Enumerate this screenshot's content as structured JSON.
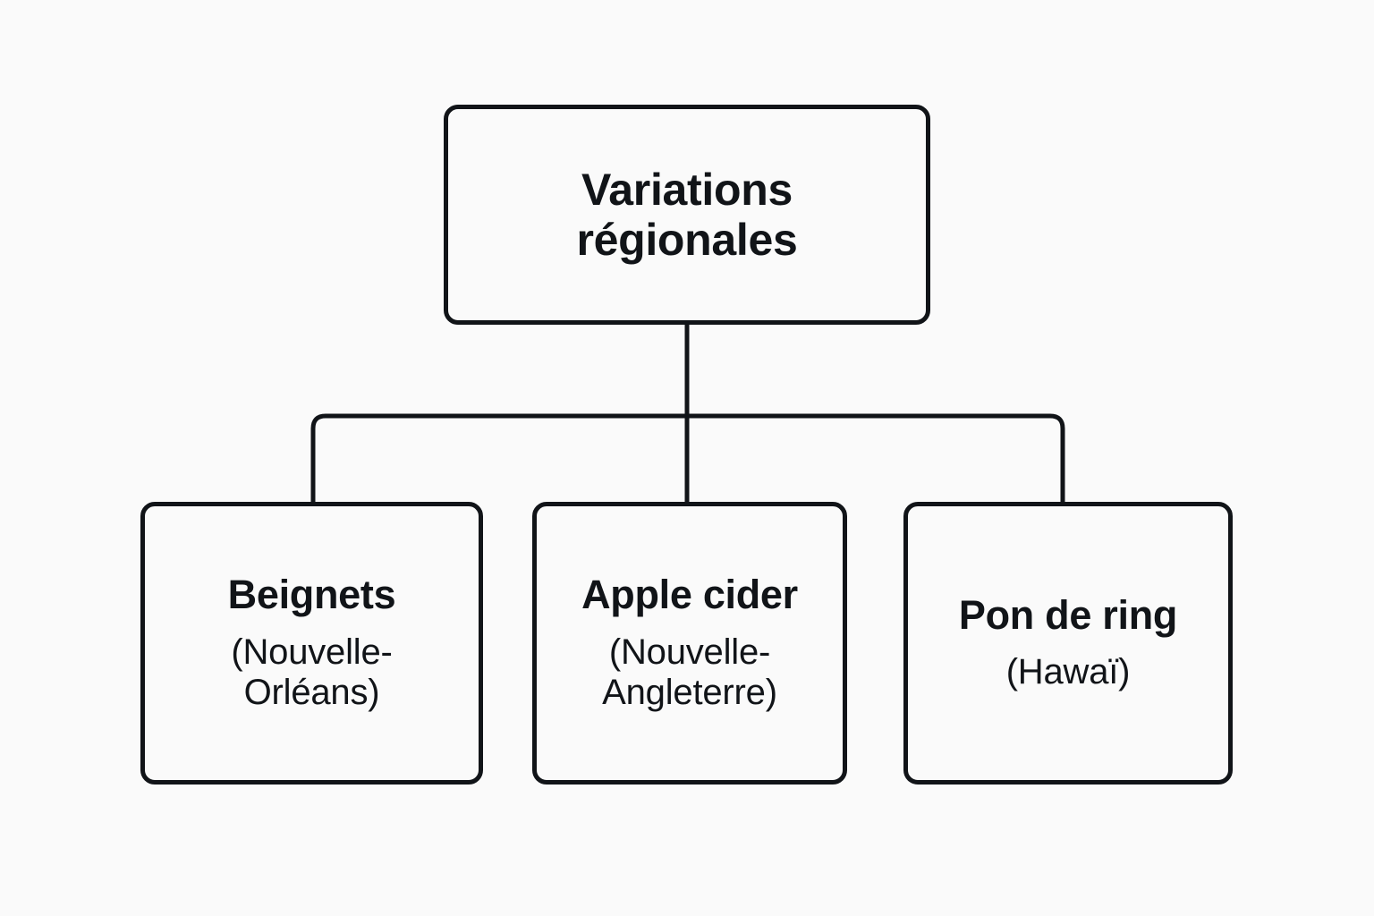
{
  "diagram": {
    "type": "tree",
    "title": "Variations régionales",
    "background_color": "#fafafa",
    "stroke_color": "#111418",
    "root": {
      "label": "Variations régionales"
    },
    "children": [
      {
        "title": "Beignets",
        "subtitle": "(Nouvelle-Orléans)"
      },
      {
        "title": "Apple cider",
        "subtitle": "(Nouvelle-Angleterre)"
      },
      {
        "title": "Pon de ring",
        "subtitle": "(Hawaï)"
      }
    ]
  }
}
